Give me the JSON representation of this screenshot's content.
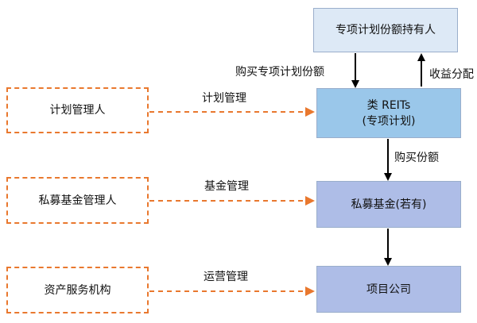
{
  "nodes": {
    "holder": "专项计划份额持有人",
    "reits_line1": "类 REITs",
    "reits_line2": "(专项计划)",
    "fund": "私募基金(若有)",
    "company": "项目公司",
    "plan_manager": "计划管理人",
    "fund_manager": "私募基金管理人",
    "service_agency": "资产服务机构"
  },
  "edges": {
    "buy_plan_units": "购买专项计划份额",
    "income_distribution": "收益分配",
    "plan_management": "计划管理",
    "buy_shares": "购买份额",
    "fund_management": "基金管理",
    "operation_management": "运营管理"
  },
  "colors": {
    "holder_fill": "#dde9f6",
    "reits_fill": "#9ac7ea",
    "fund_fill": "#aebde7",
    "dashed_border": "#e9782e",
    "arrow_black": "#000000"
  }
}
